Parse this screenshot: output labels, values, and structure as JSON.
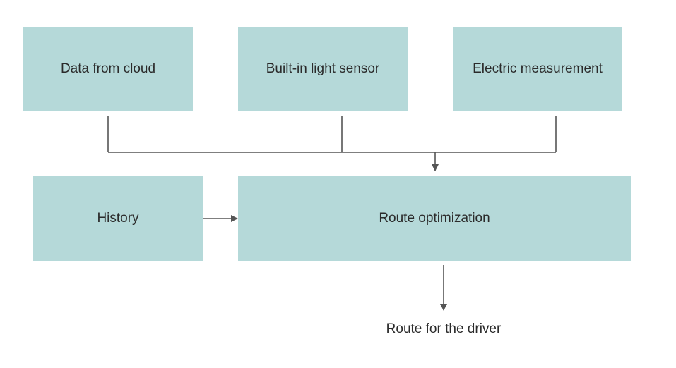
{
  "diagram": {
    "nodes": {
      "cloud": "Data from cloud",
      "light_sensor": "Built-in light sensor",
      "electric": "Electric measurement",
      "history": "History",
      "route_optimization": "Route optimization"
    },
    "output_label": "Route for the driver",
    "edges": [
      {
        "from": "cloud",
        "to": "route_optimization"
      },
      {
        "from": "light_sensor",
        "to": "route_optimization"
      },
      {
        "from": "electric",
        "to": "route_optimization"
      },
      {
        "from": "history",
        "to": "route_optimization"
      },
      {
        "from": "route_optimization",
        "to": "output"
      }
    ],
    "colors": {
      "node_fill": "#b5d9d9",
      "line": "#555555",
      "text": "#2b2b2b"
    }
  }
}
